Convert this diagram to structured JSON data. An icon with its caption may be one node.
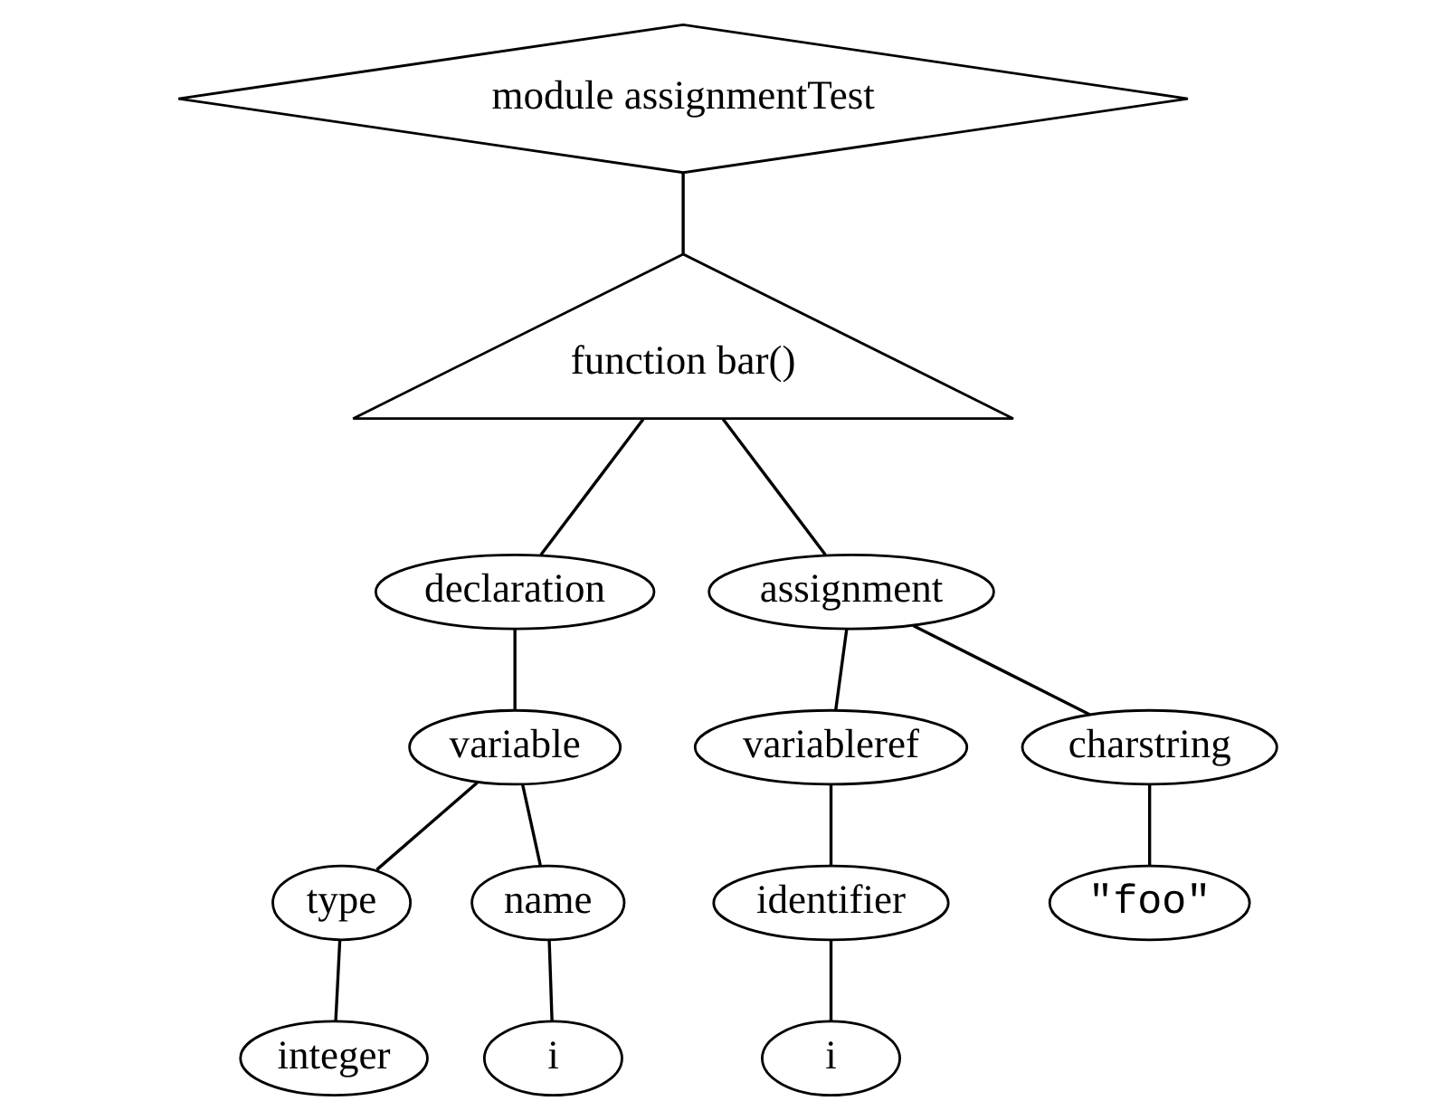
{
  "diagram": {
    "nodes": [
      {
        "text": [
          "module assignmentTest"
        ]
      },
      {
        "text": [
          "function bar()"
        ]
      },
      {
        "text": [
          "declaration"
        ]
      },
      {
        "text": [
          "assignment"
        ]
      },
      {
        "text": [
          "variable"
        ]
      },
      {
        "text": [
          "variableref"
        ]
      },
      {
        "text": [
          "charstring"
        ]
      },
      {
        "text": [
          "type"
        ]
      },
      {
        "text": [
          "name"
        ]
      },
      {
        "text": [
          "identifier"
        ]
      },
      {
        "text": [
          "\"foo\""
        ]
      },
      {
        "text": [
          "integer"
        ]
      },
      {
        "text": [
          "i"
        ]
      },
      {
        "text": [
          "i"
        ]
      }
    ],
    "edges": [
      {
        "from": 0,
        "to": 1,
        "arrow": "none"
      },
      {
        "from": 1,
        "to": 2,
        "arrow": "none"
      },
      {
        "from": 1,
        "to": 3,
        "arrow": "none"
      },
      {
        "from": 2,
        "to": 4,
        "arrow": "none"
      },
      {
        "from": 3,
        "to": 5,
        "arrow": "none"
      },
      {
        "from": 3,
        "to": 6,
        "arrow": "none"
      },
      {
        "from": 4,
        "to": 7,
        "arrow": "none"
      },
      {
        "from": 4,
        "to": 8,
        "arrow": "none"
      },
      {
        "from": 5,
        "to": 9,
        "arrow": "none"
      },
      {
        "from": 6,
        "to": 10,
        "arrow": "none"
      },
      {
        "from": 7,
        "to": 11,
        "arrow": "none"
      },
      {
        "from": 8,
        "to": 12,
        "arrow": "none"
      },
      {
        "from": 9,
        "to": 13,
        "arrow": "none"
      }
    ]
  }
}
